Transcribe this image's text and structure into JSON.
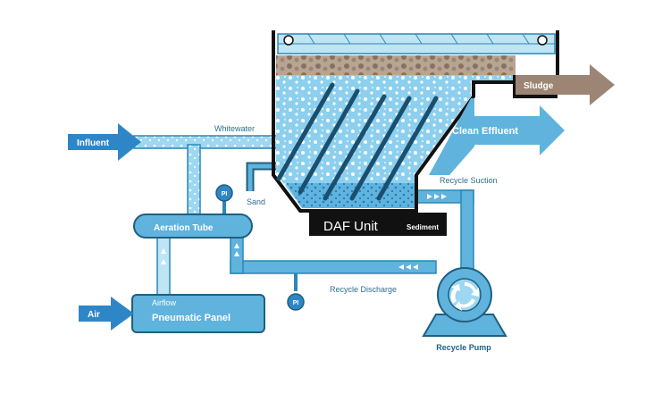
{
  "diagram": {
    "labels": {
      "influent": "Influent",
      "whitewater": "Whitewater",
      "sludge": "Sludge",
      "clean_effluent": "Clean Effluent",
      "recycle_suction": "Recycle Suction",
      "sand": "Sand",
      "daf_unit": "DAF Unit",
      "sediment": "Sediment",
      "aeration_tube": "Aeration Tube",
      "pi_upper": "PI",
      "pi_lower": "PI",
      "recycle_discharge": "Recycle Discharge",
      "airflow": "Airflow",
      "air": "Air",
      "pneumatic_panel": "Pneumatic Panel",
      "recycle_pump": "Recycle Pump"
    },
    "colors": {
      "pipe": "#5fb3dd",
      "pipe_light": "#bfe4f4",
      "pipe_outline": "#2a88b8",
      "water": "#8ccfee",
      "sludge": "#9c8574",
      "unit_black": "#111111",
      "label_dark": "#2f6f8f"
    }
  }
}
